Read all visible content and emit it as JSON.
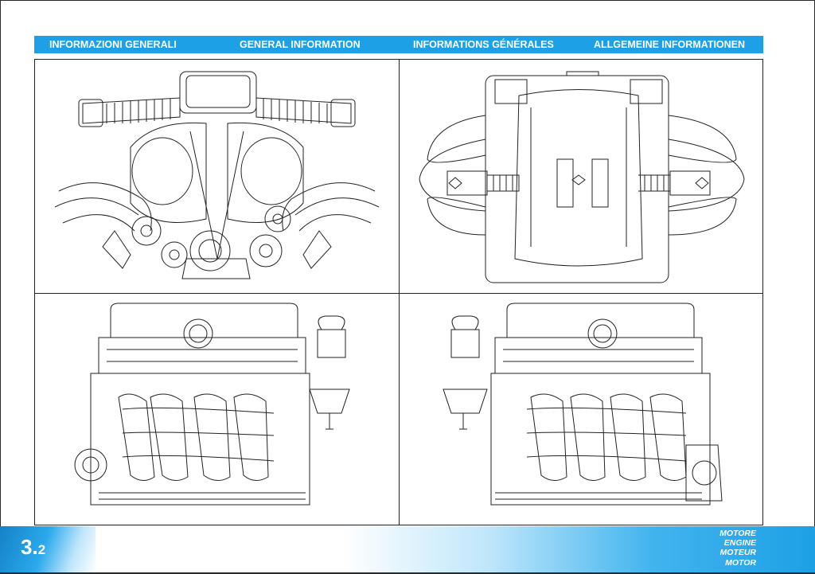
{
  "header": {
    "it": "INFORMAZIONI GENERALI",
    "en": "GENERAL INFORMATION",
    "fr": "INFORMATIONS GÉNÉRALES",
    "de": "ALLGEMEINE INFORMATIONEN"
  },
  "footer": {
    "page_major": "3.",
    "page_minor": "2",
    "sections": [
      "MOTORE",
      "ENGINE",
      "MOTEUR",
      "MOTOR"
    ]
  },
  "colors": {
    "accent": "#1ea0e6",
    "line": "#222222"
  },
  "figures": [
    {
      "name": "engine-front-view"
    },
    {
      "name": "engine-top-view"
    },
    {
      "name": "engine-left-side-view"
    },
    {
      "name": "engine-right-side-view"
    }
  ]
}
